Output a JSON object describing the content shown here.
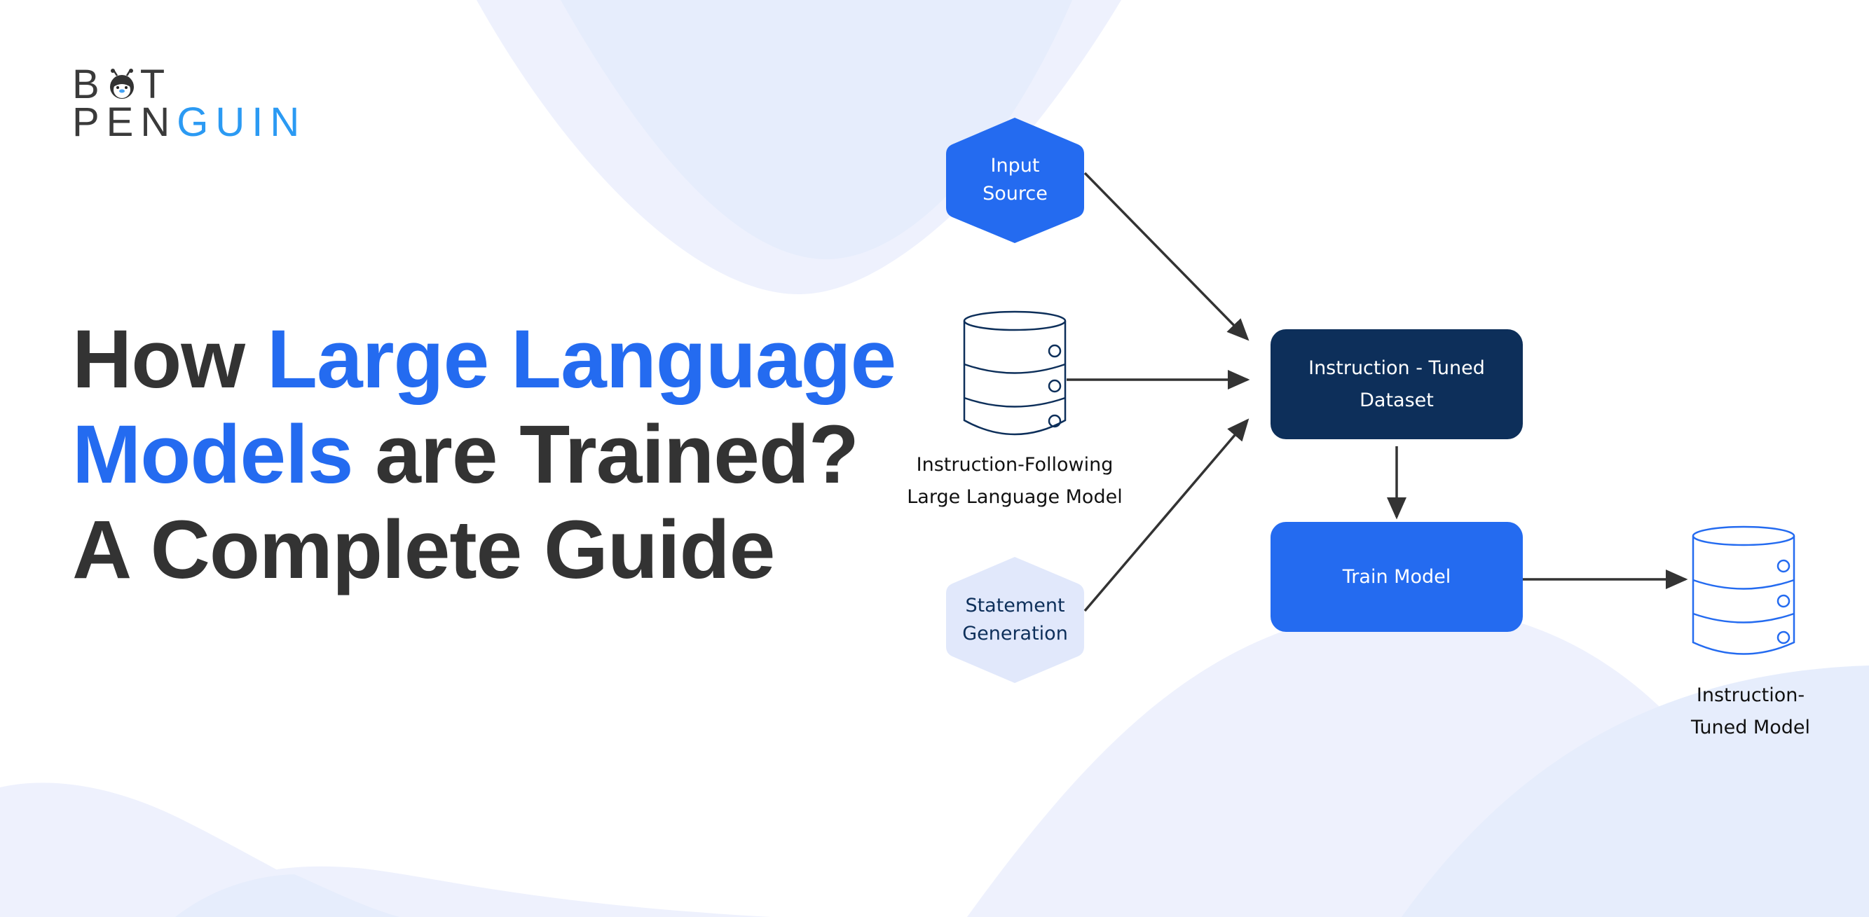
{
  "logo": {
    "line1": {
      "b": "B",
      "t": "T"
    },
    "line2": {
      "dark": "PEN",
      "accent": "GUIN"
    },
    "mascot_icon": "penguin-head-icon"
  },
  "title": {
    "part1": "How ",
    "highlight1": "Large Language",
    "highlight2": "Models",
    "part2": " are Trained?",
    "line3": "A Complete Guide"
  },
  "diagram": {
    "nodes": {
      "input_source": {
        "line1": "Input",
        "line2": "Source",
        "shape": "hexagon",
        "color": "#246bf0"
      },
      "llm": {
        "line1": "Instruction-Following",
        "line2": "Large Language Model",
        "icon": "database-icon",
        "stroke": "#0d2f5a"
      },
      "statement": {
        "line1": "Statement",
        "line2": "Generation",
        "shape": "hexagon",
        "color": "#e1e8fb"
      },
      "dataset": {
        "line1": "Instruction - Tuned",
        "line2": "Dataset",
        "color": "#0d2f5a"
      },
      "train": {
        "label": "Train Model",
        "color": "#246bf0"
      },
      "tuned_model": {
        "line1": "Instruction-",
        "line2": "Tuned Model",
        "icon": "database-icon",
        "stroke": "#246bf0"
      }
    },
    "edges": [
      {
        "from": "Input Source",
        "to": "Instruction - Tuned Dataset"
      },
      {
        "from": "Instruction-Following Large Language Model",
        "to": "Instruction - Tuned Dataset"
      },
      {
        "from": "Statement Generation",
        "to": "Instruction - Tuned Dataset"
      },
      {
        "from": "Instruction - Tuned Dataset",
        "to": "Train Model"
      },
      {
        "from": "Train Model",
        "to": "Instruction-Tuned Model"
      }
    ]
  },
  "colors": {
    "primary_blue": "#246bf0",
    "navy": "#0d2f5a",
    "text_dark": "#333333",
    "logo_accent": "#2b9af3",
    "bg_blob": "#eef1fd",
    "bg_blob_2": "#e6edfc"
  }
}
